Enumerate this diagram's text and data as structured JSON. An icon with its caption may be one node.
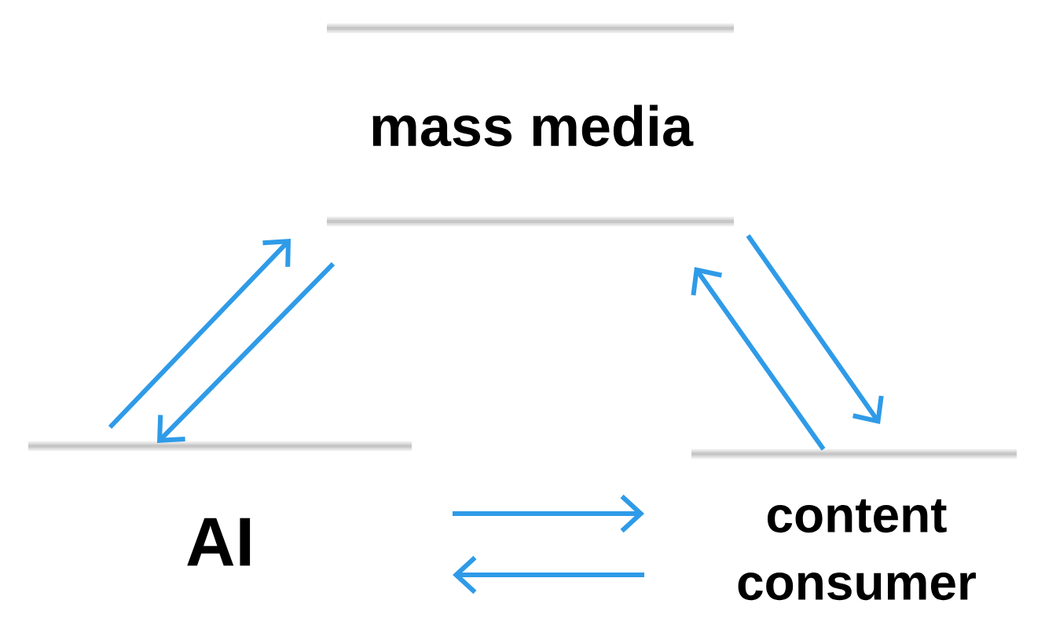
{
  "diagram": {
    "nodes": [
      {
        "text": [
          "mass media"
        ]
      },
      {
        "text": [
          "AI"
        ]
      },
      {
        "text": [
          "content consumer"
        ]
      }
    ],
    "edges": [
      {
        "from": 1,
        "to": 0,
        "arrow": "to"
      },
      {
        "from": 0,
        "to": 1,
        "arrow": "to"
      },
      {
        "from": 0,
        "to": 2,
        "arrow": "to"
      },
      {
        "from": 2,
        "to": 0,
        "arrow": "to"
      },
      {
        "from": 1,
        "to": 2,
        "arrow": "to"
      },
      {
        "from": 2,
        "to": 1,
        "arrow": "to"
      }
    ]
  }
}
